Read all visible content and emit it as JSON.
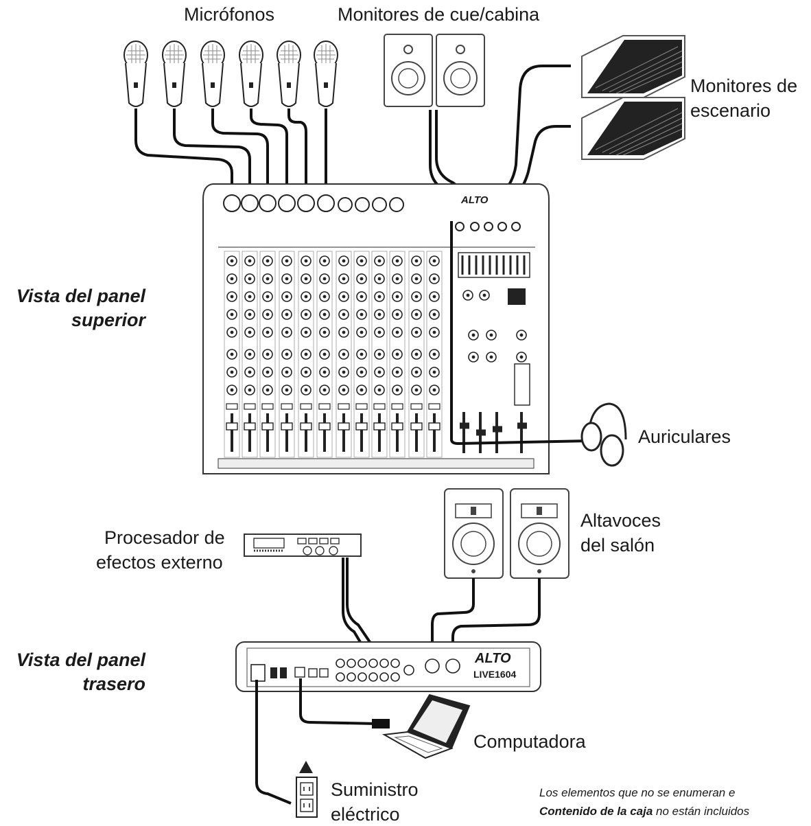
{
  "labels": {
    "microphones": "Micrófonos",
    "cue_monitors": "Monitores de cue/cabina",
    "stage_monitors": [
      "Monitores de",
      "escenario"
    ],
    "headphones": "Auriculares",
    "room_speakers": [
      "Altavoces",
      "del salón"
    ],
    "fx_processor": [
      "Procesador de",
      "efectos externo"
    ],
    "computer": "Computadora",
    "power": [
      "Suministro",
      "eléctrico"
    ]
  },
  "views": {
    "top": [
      "Vista del panel",
      "superior"
    ],
    "rear": [
      "Vista del panel",
      "trasero"
    ]
  },
  "mixer": {
    "brand": "ALTO",
    "model": "LIVE1604"
  },
  "footnote": {
    "line1": "Los elementos que no se enumeran e",
    "line2_bold": "Contenido de la caja",
    "line2_rest": " no están incluidos"
  }
}
